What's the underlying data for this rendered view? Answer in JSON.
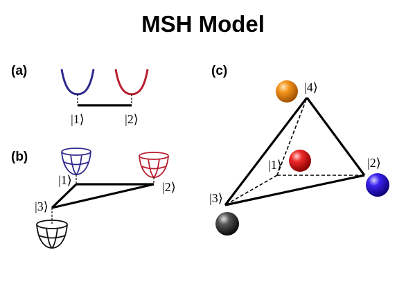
{
  "title": "MSH Model",
  "panels": {
    "a": {
      "label": "(a)",
      "state_labels": [
        "|1⟩",
        "|2⟩"
      ]
    },
    "b": {
      "label": "(b)",
      "state_labels": [
        "|1⟩",
        "|2⟩",
        "|3⟩"
      ]
    },
    "c": {
      "label": "(c)",
      "state_labels": [
        "|1⟩",
        "|2⟩",
        "|3⟩",
        "|4⟩"
      ]
    }
  },
  "colors": {
    "state1": "#2e2a8c",
    "state2": "#b8202e",
    "state3": "#111111",
    "sphere1": "#e0141e",
    "sphere2": "#2a14e0",
    "sphere3": "#333333",
    "sphere4": "#f0901e"
  }
}
